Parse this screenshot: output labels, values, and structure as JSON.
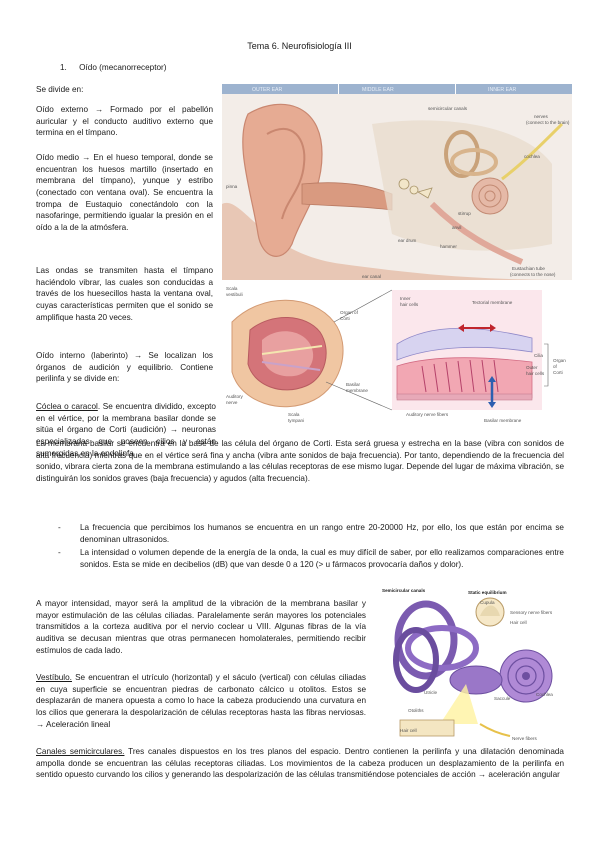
{
  "title": "Tema 6. Neurofisiología III",
  "heading": {
    "number": "1.",
    "text": "Oído (mecanorreceptor)"
  },
  "se_divide": "Se divide en:",
  "oido_externo": "Oído externo → Formado por el pabellón auricular y el conducto auditivo externo que termina en el tímpano.",
  "oido_medio": "Oído medio → En el hueso temporal, donde se encuentran los huesos martillo (insertado en membrana del tímpano), yunque y estribo (conectado con ventana oval). Se encuentra la trompa de Eustaquio conectándolo con la nasofaringe, permitiendo igualar la presión en el oído a la de la atmósfera.",
  "ondas": "Las ondas se transmiten hasta el tímpano haciéndolo vibrar, las cuales son conducidas a través de los huesecillos hasta la ventana oval, cuyas características permiten que el sonido se amplifique hasta 20 veces.",
  "oido_interno": "Oído interno (laberinto) → Se localizan los órganos de audición y equilibrio. Contiene perilinfa y se divide en:",
  "coclea": {
    "term": "Cóclea o caracol",
    "text": ". Se encuentra dividido, excepto en el vértice, por la membrana basilar donde se sitúa el órgano de Corti (audición) → neuronas especializadas que poseen cilios y están sumergidas en la endolinfa"
  },
  "membrana_basilar": "La membrana basilar se encuentra en la base de las célula del órgano de Corti. Esta será gruesa y estrecha en la base (vibra con sonidos de alta frecuencia) mientras que en el vértice será fina y ancha (vibra ante sonidos de baja frecuencia). Por tanto, dependiendo de la frecuencia del sonido, vibrara cierta zona de la membrana estimulando a las células receptoras de ese mismo lugar. Depende del lugar de máxima vibración, se distinguirán los sonidos graves (baja frecuencia) y agudos (alta frecuencia).",
  "bullets": [
    "La frecuencia que percibimos los humanos se encuentra en un rango entre 20-20000 Hz, por ello, los que están por encima se denominan ultrasonidos.",
    "La intensidad o volumen depende de la energía de la onda, la cual es muy difícil de saber, por ello realizamos comparaciones entre sonidos. Esta se mide en decibelios (dB) que van desde 0 a 120 (> u fármacos provocaría daños y dolor)."
  ],
  "bullet_dash": "-",
  "intensidad": "A mayor intensidad, mayor será la amplitud de la vibración de la membrana basilar y mayor estimulación de las células ciliadas. Paralelamente serán mayores los potenciales transmitidos a la corteza auditiva por el nervio coclear u VIII. Algunas fibras de la vía auditiva se decusan mientras que otras permanecen homolaterales, permitiendo recibir estímulos de cada lado.",
  "vestibulo": {
    "term": "Vestíbulo.",
    "text": " Se encuentran el utrículo (horizontal) y el sáculo (vertical) con células ciliadas en cuya superficie se encuentran piedras de carbonato cálcico u otolitos. Estos se desplazarán de manera opuesta a como lo hace la cabeza produciendo una curvatura en los cilios que generara la despolarización de células receptoras hasta las fibras nerviosas. → Aceleración lineal"
  },
  "canales": {
    "term": "Canales semicirculares.",
    "text": " Tres canales dispuestos en los tres planos del espacio. Dentro contienen la perilinfa y una dilatación denominada ampolla donde se encuentran las células receptoras ciliadas. Los movimientos de la cabeza producen un desplazamiento de la perilinfa en sentido opuesto curvando los cilios y generando las despolarización de las células transmitiéndose potenciales de acción → aceleración angular"
  },
  "fig_ear": {
    "outer": "OUTER EAR",
    "middle": "MIDDLE EAR",
    "inner": "INNER EAR",
    "labels": [
      "semicircular canals",
      "nerves",
      "(connect to the brain)",
      "pinna",
      "cochlea",
      "stirrup",
      "anvil",
      "ear drum",
      "hammer",
      "ear canal",
      "Eustachian tube",
      "(connects to the nose)"
    ]
  },
  "fig_corti": {
    "labels": [
      "Scala",
      "vestibuli",
      "Organ of",
      "Corti",
      "Auditory",
      "nerve",
      "Scala",
      "tympani",
      "Basilar",
      "membrane",
      "Inner",
      "hair cells",
      "Tectorial membrane",
      "Cilia",
      "Outer",
      "hair cells",
      "Organ",
      "of",
      "Corti",
      "Auditory nerve fibers",
      "Basilar membrane"
    ]
  },
  "fig_vest": {
    "labels": [
      "Semicircular canals",
      "Static equilibrium",
      "Cupula",
      "Sensory nerve fibers",
      "Hair cell",
      "Cochlea",
      "Utricle",
      "Saccule",
      "Otoliths",
      "Hair cell",
      "Nerve fibers"
    ]
  }
}
